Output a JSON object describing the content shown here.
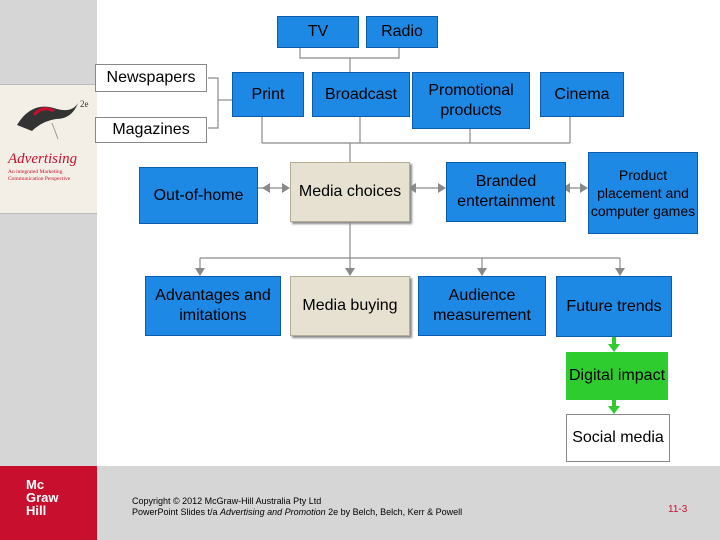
{
  "nodes": {
    "tv": "TV",
    "radio": "Radio",
    "newspapers": "Newspapers",
    "magazines": "Magazines",
    "print": "Print",
    "broadcast": "Broadcast",
    "promotional_products": "Promotional products",
    "cinema": "Cinema",
    "out_of_home": "Out-of-home",
    "media_choices": "Media choices",
    "branded_entertainment": "Branded entertainment",
    "product_placement": "Product placement and computer games",
    "advantages_limitations": "Advantages and imitations",
    "media_buying": "Media buying",
    "audience_measurement": "Audience measurement",
    "future_trends": "Future trends",
    "digital_impact": "Digital impact",
    "social_media": "Social media"
  },
  "book": {
    "title": "Advertising",
    "subtitle": "An integrated Marketing Communication Perspective",
    "edition": "2e"
  },
  "logo": {
    "line1": "Mc",
    "line2": "Graw",
    "line3": "Hill"
  },
  "footer": {
    "line1": "Copyright © 2012 McGraw-Hill Australia Pty Ltd",
    "line2_prefix": "PowerPoint Slides t/a ",
    "line2_title": "Advertising and Promotion",
    "line2_suffix": " 2e by Belch, Belch, Kerr & Powell",
    "page": "11-3"
  },
  "colors": {
    "blue": "#1e88e5",
    "green": "#2ecc2e",
    "grey_box": "#e7e1d2",
    "brand_red": "#c8102e"
  }
}
